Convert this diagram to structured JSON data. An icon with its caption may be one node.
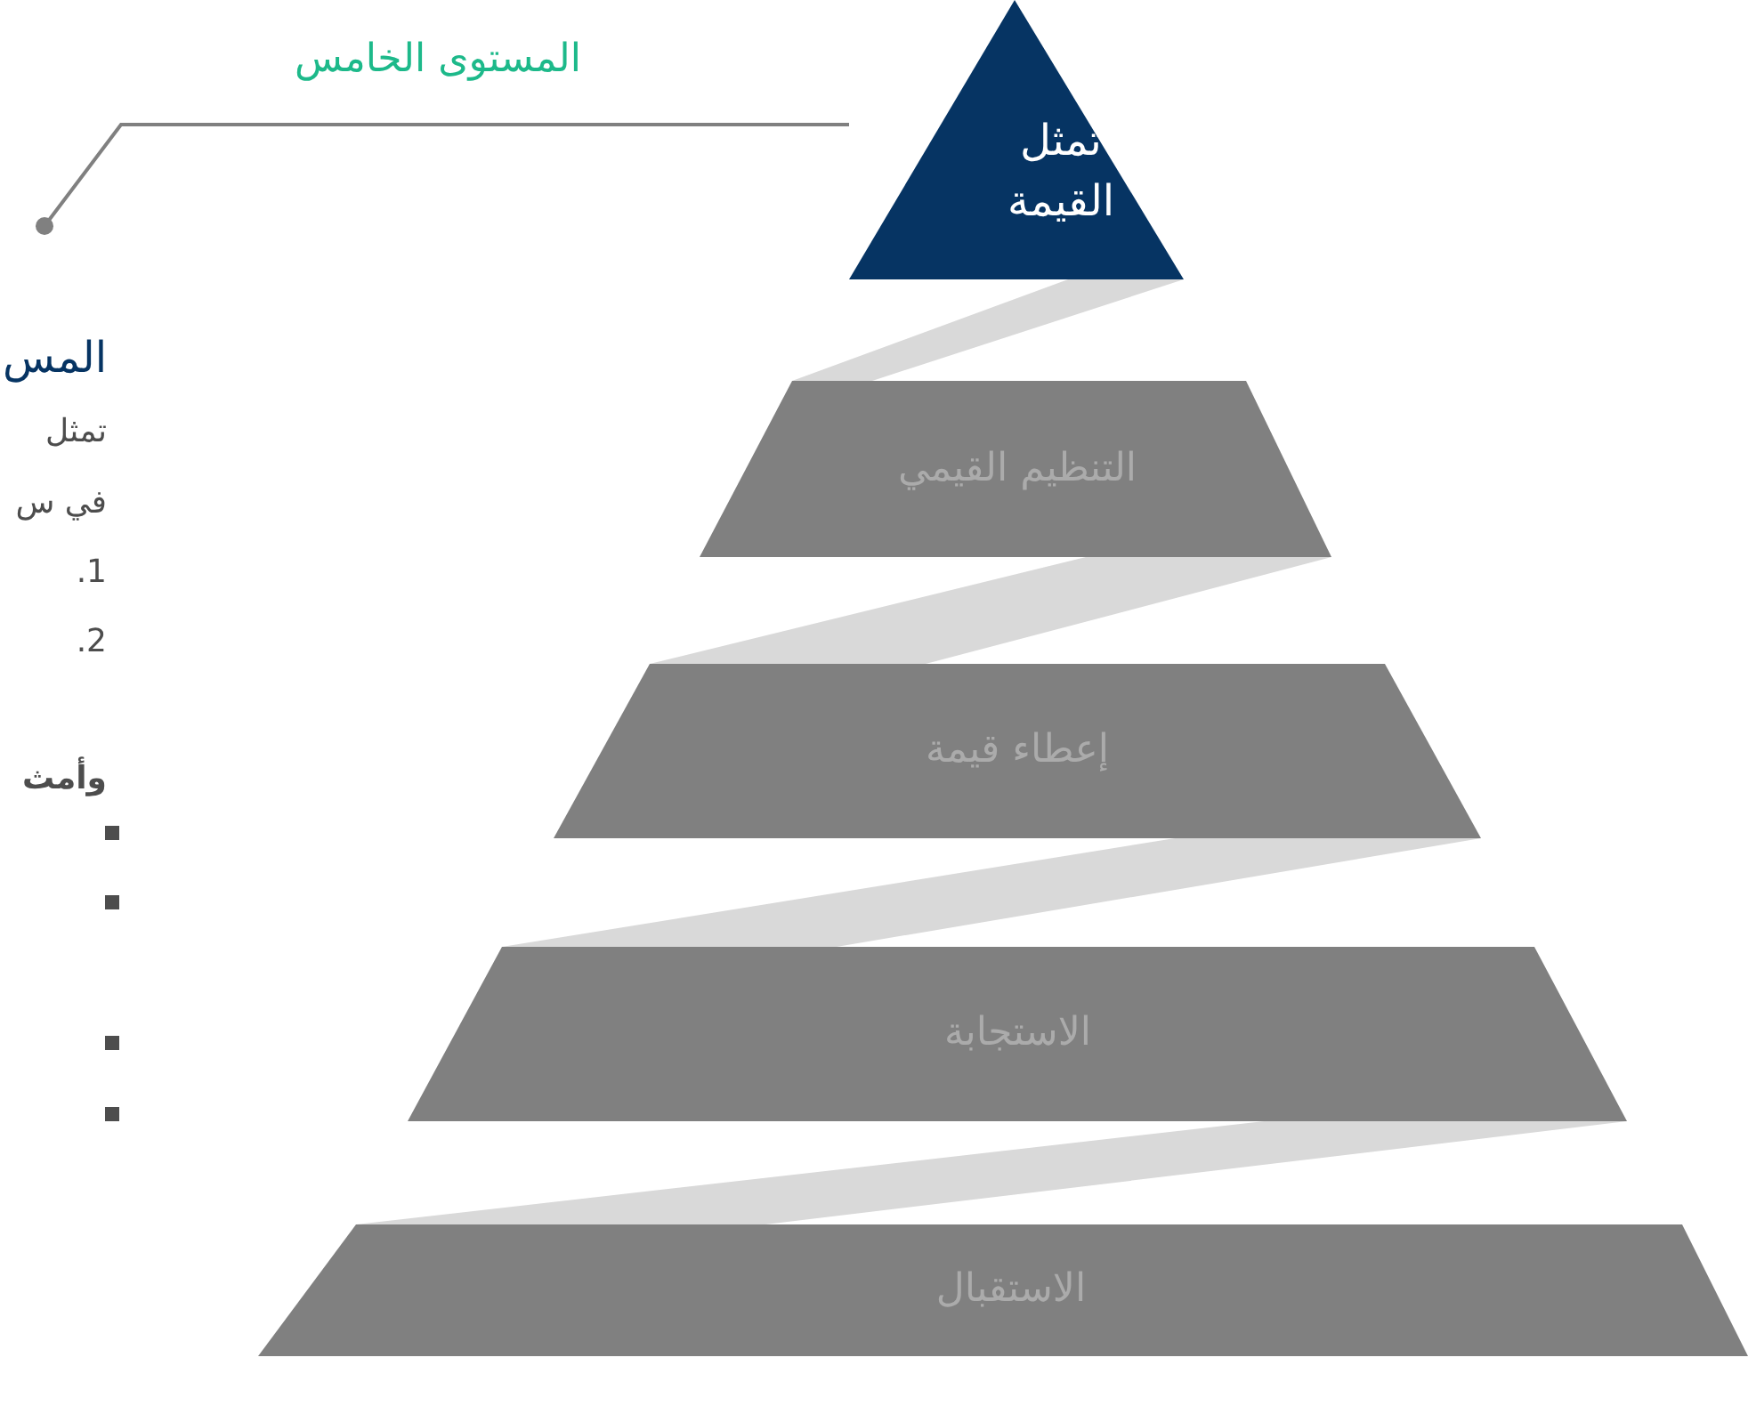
{
  "diagram": {
    "nodes": [
      {
        "text": [
          "تمثل القيمة"
        ]
      },
      {
        "text": [
          "المس"
        ]
      },
      {
        "text": [
          "التنظيم القيمي"
        ]
      },
      {
        "text": [
          "إعطاء قيمة"
        ]
      },
      {
        "text": [
          "الاستجابة"
        ]
      },
      {
        "text": [
          "الاستقبال"
        ]
      }
    ],
    "edges": [
      {
        "from": 0,
        "to": 1,
        "arrow": "other"
      }
    ],
    "labels": [
      "المستوى الخامس",
      "تمثل",
      "في س",
      "1.",
      "2.",
      "وأمث"
    ]
  }
}
